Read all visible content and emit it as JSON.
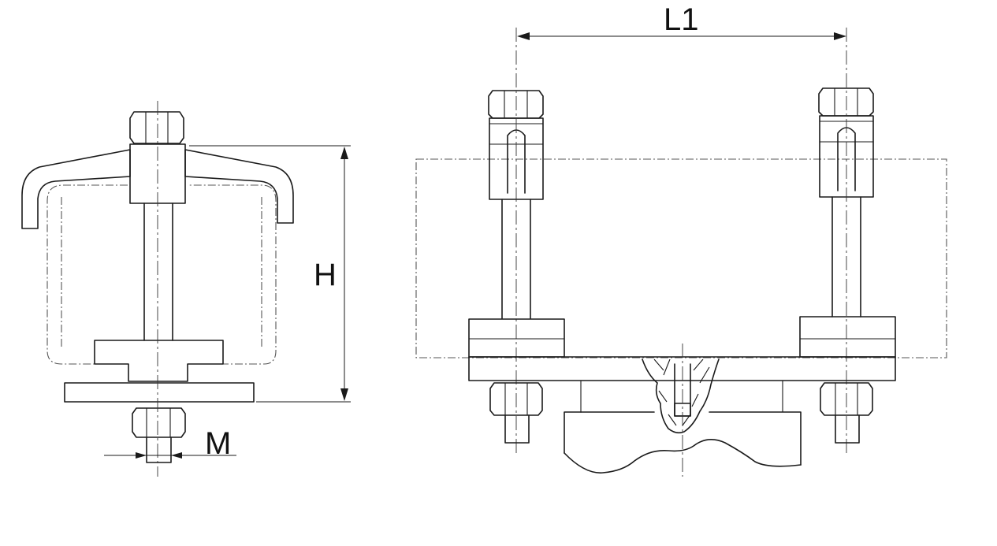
{
  "labels": {
    "height": "H",
    "thread": "M",
    "spacing": "L1"
  }
}
